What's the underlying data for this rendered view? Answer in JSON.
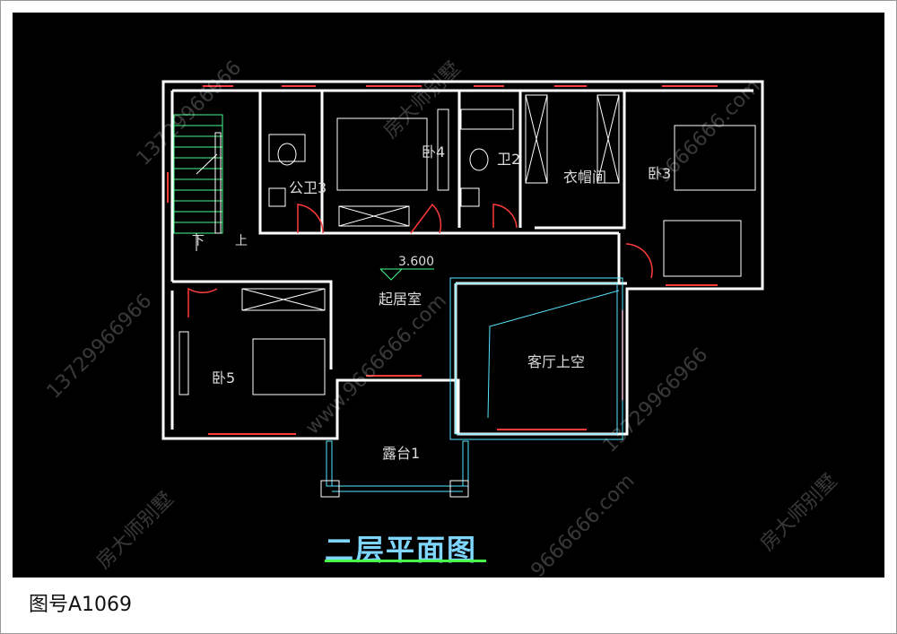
{
  "plan_title": "二层平面图",
  "drawing_number": "图号A1069",
  "elevation": "3.600",
  "stair_labels": {
    "down": "下",
    "up": "上"
  },
  "rooms": {
    "public_bath_3": "公卫3",
    "bedroom_4": "卧4",
    "bath_2": "卫2",
    "walk_in_closet": "衣帽间",
    "bedroom_3": "卧3",
    "living_room": "起居室",
    "bedroom_5": "卧5",
    "double_height_void": "客厅上空",
    "terrace_1": "露台1"
  },
  "watermarks": [
    "房大师别墅",
    "13729966966",
    "9666666.com",
    "www.9666666.com"
  ],
  "colors": {
    "background": "#000000",
    "walls": "#ffffff",
    "windows": "#ff3b3b",
    "doors": "#ff3b3b",
    "fixtures": "#ffffff",
    "stairs": "#44ff88",
    "railing_cyan": "#56e6ff",
    "title": "#7fd6ff",
    "underline": "#49ff49"
  }
}
